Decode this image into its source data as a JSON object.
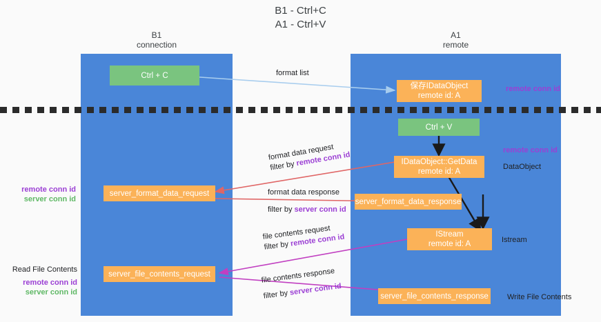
{
  "title": {
    "line1": "B1 - Ctrl+C",
    "line2": "A1 - Ctrl+V"
  },
  "columns": [
    {
      "id": "b1",
      "name": "B1",
      "role": "connection"
    },
    {
      "id": "a1",
      "name": "A1",
      "role": "remote"
    }
  ],
  "nodes": {
    "ctrl_c": {
      "line1": "Ctrl + C",
      "line2": ""
    },
    "save_idataobject": {
      "line1": "保存IDataObject",
      "line2": "remote id: A"
    },
    "ctrl_v": {
      "line1": "Ctrl + V",
      "line2": ""
    },
    "idataobject_getdata": {
      "line1": "IDataObject::GetData",
      "line2": "remote id: A"
    },
    "server_format_data_request": {
      "line1": "server_format_data_request",
      "line2": ""
    },
    "server_format_data_response": {
      "line1": "server_format_data_response",
      "line2": ""
    },
    "istream": {
      "line1": "IStream",
      "line2": "remote id: A"
    },
    "server_file_contents_request": {
      "line1": "server_file_contents_request",
      "line2": ""
    },
    "server_file_contents_response": {
      "line1": "server_file_contents_response",
      "line2": ""
    }
  },
  "edges": {
    "format_list": {
      "label": "format list"
    },
    "format_data_request": {
      "label": "format data request",
      "filter_prefix": "filter by ",
      "filter_key": "remote conn id"
    },
    "format_data_response": {
      "label": "format data response",
      "filter_prefix": "filter by ",
      "filter_key": "server conn id"
    },
    "file_contents_request": {
      "label": "file contents request",
      "filter_prefix": "filter by ",
      "filter_key": "remote conn id"
    },
    "file_contents_response": {
      "label": "file contents response",
      "filter_prefix": "filter by ",
      "filter_key": "server conn id"
    }
  },
  "annotations": {
    "left_mid": {
      "purple": "remote conn id",
      "green": "server conn id"
    },
    "left_bottom": {
      "plain": "Read File Contents",
      "purple": "remote conn id",
      "green": "server conn id"
    },
    "right_top": {
      "purple": "remote conn id"
    },
    "right_second": {
      "purple": "remote conn id",
      "plain": "DataObject"
    },
    "right_istream": {
      "plain": "Istream"
    },
    "right_write": {
      "plain": "Write File Contents"
    }
  },
  "colors": {
    "lane": "#4a86d8",
    "node_green": "#7ac47f",
    "node_orange": "#fbb258",
    "arrow_blue": "#a8cdee",
    "arrow_black": "#1a1a1a",
    "arrow_red": "#e06666",
    "arrow_magenta": "#c13fc1",
    "highlight_purple": "#9b3fd4",
    "highlight_green": "#5fb865",
    "background": "#fafafa"
  }
}
